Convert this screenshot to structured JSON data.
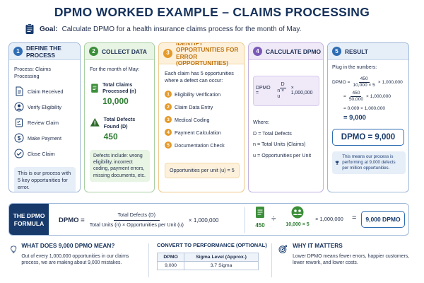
{
  "title": "DPMO WORKED EXAMPLE – CLAIMS PROCESSING",
  "goal": {
    "label": "Goal:",
    "text": "Calculate DPMO for a health insurance claims process for the month of May."
  },
  "steps": [
    {
      "num": "1",
      "title": "DEFINE THE PROCESS",
      "process_label": "Process: Claims Processing",
      "items": [
        {
          "label": "Claim Received",
          "icon": "document-icon"
        },
        {
          "label": "Verify Eligibility",
          "icon": "person-check-icon"
        },
        {
          "label": "Review Claim",
          "icon": "clipboard-icon"
        },
        {
          "label": "Make Payment",
          "icon": "dollar-icon"
        },
        {
          "label": "Close Claim",
          "icon": "check-circle-icon"
        }
      ],
      "note": "This is our process with 5 key opportunities for error."
    },
    {
      "num": "2",
      "title": "COLLECT DATA",
      "intro": "For the month of May:",
      "units_label": "Total Claims Processed (n)",
      "units_value": "10,000",
      "defects_label": "Total Defects Found (D)",
      "defects_value": "450",
      "note": "Defects include: wrong eligibility, incorrect coding, payment errors, missing documents, etc."
    },
    {
      "num": "3",
      "title": "IDENTIFY OPPORTUNITIES FOR ERROR (OPPORTUNITIES)",
      "intro": "Each claim has 5 opportunities where a defect can occur:",
      "items": [
        "Eligibility Verification",
        "Claim Data Entry",
        "Medical Coding",
        "Payment Calculation",
        "Documentation Check"
      ],
      "footer": "Opportunities per unit (u) = 5"
    },
    {
      "num": "4",
      "title": "CALCULATE DPMO",
      "lhs": "DPMO =",
      "num_text": "D",
      "den_text": "n × u",
      "mult": "× 1,000,000",
      "where_label": "Where:",
      "defs": [
        "D = Total Defects",
        "n = Total Units (Claims)",
        "u = Opportunities per Unit"
      ]
    },
    {
      "num": "5",
      "title": "RESULT",
      "intro": "Plug in the numbers:",
      "line1_lhs": "DPMO =",
      "line1_num": "450",
      "line1_den": "10,000 × 5",
      "line1_mult": "× 1,000,000",
      "line2_eq": "=",
      "line2_num": "450",
      "line2_den": "50,000",
      "line2_mult": "× 1,000,000",
      "line3": "= 0.009 × 1,000,000",
      "line4": "= 9,000",
      "result_badge": "DPMO = 9,000",
      "note": "This means our process is performing at 9,000 defects per million opportunities."
    }
  ],
  "formula": {
    "label": "THE DPMO FORMULA",
    "lhs": "DPMO =",
    "numerator": "Total Defects (D)",
    "denominator": "Total Units (n) × Opportunities per Unit (u)",
    "mult": "× 1,000,000",
    "defects_value": "450",
    "divide": "÷",
    "units_value": "10,000 × 5",
    "mult2": "× 1,000,000",
    "equals": "=",
    "result": "9,000 DPMO"
  },
  "bottom": {
    "meaning_title": "WHAT DOES 9,000 DPMO MEAN?",
    "meaning_text": "Out of every 1,000,000 opportunities in our claims process, we are making about 9,000 mistakes.",
    "convert_title": "CONVERT TO PERFORMANCE (OPTIONAL)",
    "convert_headers": [
      "DPMO",
      "Sigma Level (Approx.)"
    ],
    "convert_row": [
      "9,000",
      "3.7 Sigma"
    ],
    "why_title": "WHY IT MATTERS",
    "why_text": "Lower DPMO means fewer errors, happier customers, lower rework, and lower costs."
  },
  "colors": {
    "navy": "#173a6b",
    "blue": "#2f6db3",
    "green": "#3c8f3a",
    "orange": "#e59a2a",
    "purple": "#7a59b8"
  }
}
